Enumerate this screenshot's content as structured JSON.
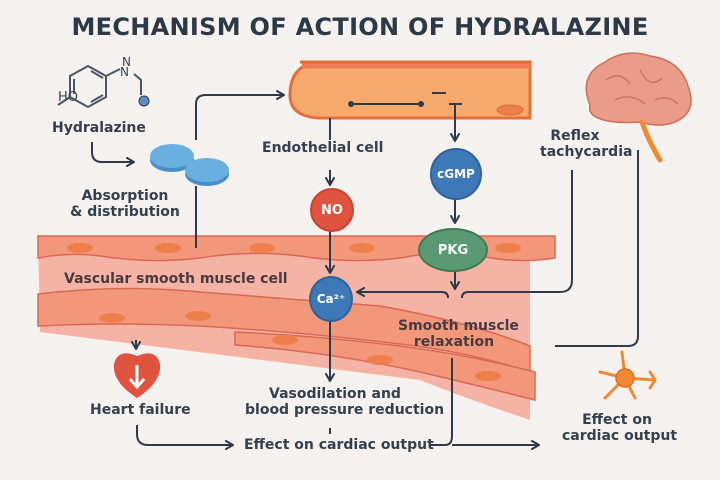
{
  "title": "MECHANISM OF ACTION OF HYDRALAZINE",
  "molecule": {
    "name": "Hydralazine",
    "atom_oh": "HO",
    "atom_n1": "N",
    "atom_n2": "N"
  },
  "labels": {
    "absorption_line1": "Absorption",
    "absorption_line2": "& distribution",
    "endothelial_cell": "Endothelial cell",
    "reflex_line1": "Reflex",
    "reflex_line2": "tachycardia",
    "vascular_smooth_muscle": "Vascular smooth muscle cell",
    "smooth_relax_line1": "Smooth muscle",
    "smooth_relax_line2": "relaxation",
    "heart_failure": "Heart failure",
    "vasodilation_line1": "Vasodilation and",
    "vasodilation_line2": "blood pressure reduction",
    "effect_cardiac_output": "Effect on cardiac output",
    "effect_right_line1": "Effect on",
    "effect_right_line2": "cardiac output"
  },
  "nodes": {
    "no": {
      "label": "NO",
      "color": "#e0533f"
    },
    "cgmp": {
      "label": "cGMP",
      "color": "#3d79b8"
    },
    "pkg": {
      "label": "PKG",
      "color": "#5a9a72"
    },
    "ca": {
      "label": "Ca²⁺",
      "color": "#3d79b8"
    }
  },
  "colors": {
    "background": "#f4f1ee",
    "vessel_wall": "#f2977a",
    "vessel_lumen": "#f5b3a5",
    "endothelium": "#f7a868",
    "nucleus": "#ee7a45",
    "pill": "#5aa6d8",
    "heart": "#e0533f",
    "brain": "#e89a85",
    "neuron": "#f08a32",
    "arrow": "#2e3a48"
  }
}
